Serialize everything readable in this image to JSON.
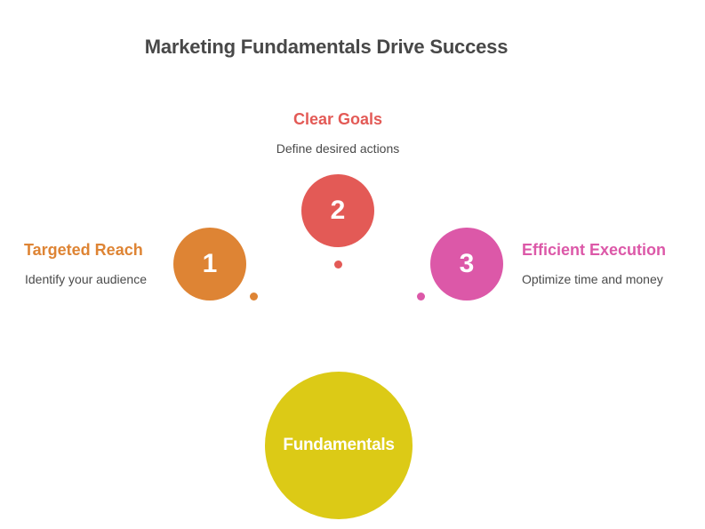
{
  "title": "Marketing Fundamentals Drive Success",
  "center": {
    "label": "Fundamentals",
    "color": "#dcca16"
  },
  "items": [
    {
      "number": "1",
      "label": "Targeted Reach",
      "description": "Identify your audience",
      "color": "#de8434"
    },
    {
      "number": "2",
      "label": "Clear Goals",
      "description": "Define desired actions",
      "color": "#e35a56"
    },
    {
      "number": "3",
      "label": "Efficient Execution",
      "description": "Optimize time and money",
      "color": "#dc58a8"
    }
  ],
  "colors": {
    "title": "#484848",
    "description": "#4a4a4a",
    "background": "#ffffff"
  }
}
